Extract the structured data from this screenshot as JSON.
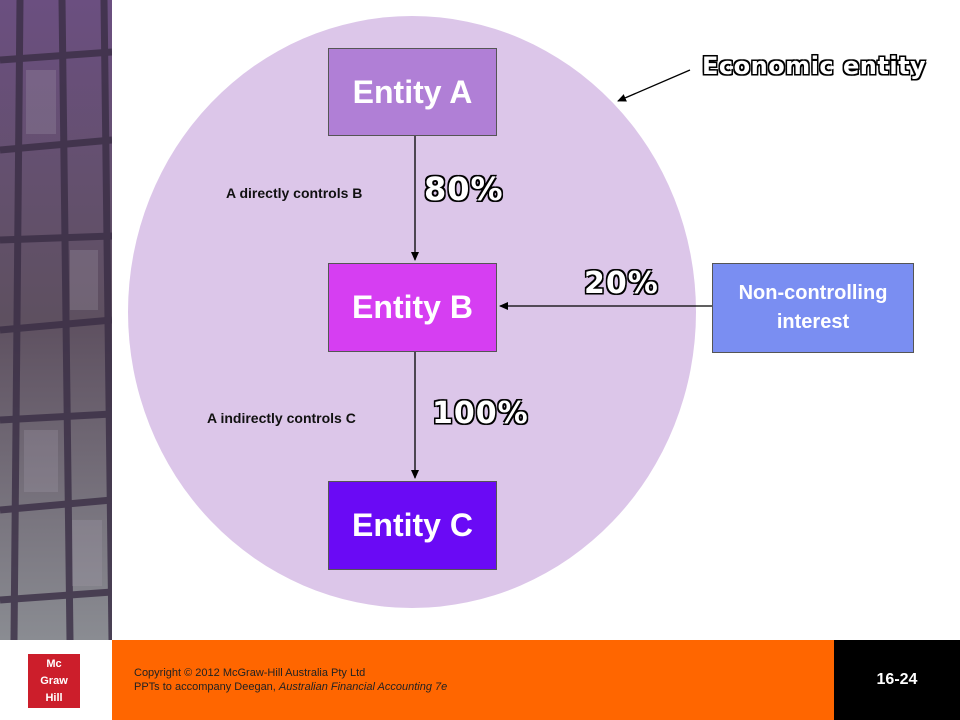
{
  "diagram": {
    "economic_entity_label": "Economic entity",
    "entities": {
      "a": "Entity A",
      "b": "Entity B",
      "c": "Entity C"
    },
    "nci": {
      "line1": "Non-controlling",
      "line2": "interest"
    },
    "relations": {
      "ab_label": "A directly controls B",
      "ab_pct": "80%",
      "nci_pct": "20%",
      "bc_label": "A indirectly controls C",
      "bc_pct": "100%"
    },
    "colors": {
      "circle": "#dcc6e9",
      "entity_a": "#b07fd6",
      "entity_b": "#d63ef2",
      "entity_c": "#6a0af5",
      "nci": "#7a8ef2",
      "sidebar": "#5b4a66",
      "footer": "#ff6600"
    }
  },
  "footer": {
    "logo": {
      "line1": "Mc",
      "line2": "Graw",
      "line3": "Hill"
    },
    "copyright_line1": "Copyright © 2012 McGraw-Hill Australia Pty Ltd",
    "copyright_line2_prefix": "PPTs to accompany Deegan, ",
    "copyright_line2_italic": "Australian Financial Accounting 7e",
    "page_number": "16-24"
  }
}
